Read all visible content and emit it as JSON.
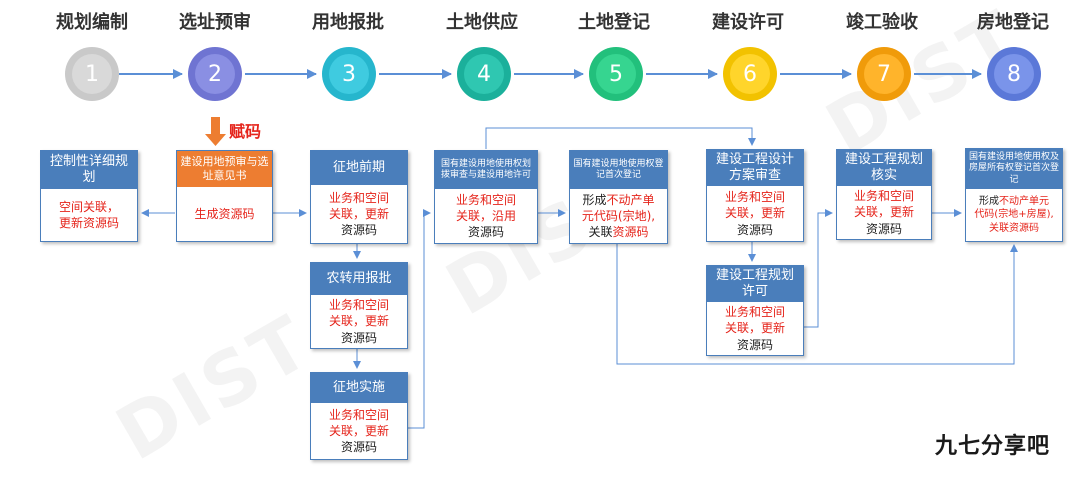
{
  "steps": [
    {
      "num": "1",
      "title": "规划编制",
      "color": "#c9c9c9",
      "core": "#d9d9d9"
    },
    {
      "num": "2",
      "title": "选址预审",
      "color": "#6f74d2",
      "core": "#8a8fe3"
    },
    {
      "num": "3",
      "title": "用地报批",
      "color": "#26b6cd",
      "core": "#3fcbe0"
    },
    {
      "num": "4",
      "title": "土地供应",
      "color": "#1bb09b",
      "core": "#2fc7b1"
    },
    {
      "num": "5",
      "title": "土地登记",
      "color": "#22c07c",
      "core": "#36d590"
    },
    {
      "num": "6",
      "title": "建设许可",
      "color": "#f2c200",
      "core": "#ffd52b"
    },
    {
      "num": "7",
      "title": "竣工验收",
      "color": "#f09b0a",
      "core": "#ffb42b"
    },
    {
      "num": "8",
      "title": "房地登记",
      "color": "#5b78d8",
      "core": "#7a94ea"
    }
  ],
  "assign_label": "赋码",
  "boxes": {
    "b1": {
      "title": "控制性详细规划",
      "l1": "空间关联，",
      "l2": "更新资源码"
    },
    "b2": {
      "title": "建设用地预审与选址意见书",
      "l1": "生成资源码"
    },
    "b3": {
      "title": "征地前期",
      "l1": "业务和空间",
      "l2": "关联，更新",
      "l3": "资源码"
    },
    "b4": {
      "title": "农转用报批",
      "l1": "业务和空间",
      "l2": "关联，更新",
      "l3": "资源码"
    },
    "b5": {
      "title": "征地实施",
      "l1": "业务和空间",
      "l2": "关联，更新",
      "l3": "资源码"
    },
    "b6": {
      "title": "国有建设用地使用权划拨审查与建设用地许可",
      "l1": "业务和空间",
      "l2": "关联，沿用",
      "l3": "资源码"
    },
    "b7": {
      "title": "国有建设用地使用权登记首次登记",
      "l1a": "形成",
      "l1b": "不动产单",
      "l2": "元代码(宗地),",
      "l3a": "关联",
      "l3b": "资源码"
    },
    "b8": {
      "title": "建设工程设计方案审查",
      "l1": "业务和空间",
      "l2": "关联，更新",
      "l3": "资源码"
    },
    "b9": {
      "title": "建设工程规划许可",
      "l1": "业务和空间",
      "l2": "关联，更新",
      "l3": "资源码"
    },
    "b10": {
      "title": "建设工程规划核实",
      "l1": "业务和空间",
      "l2": "关联，更新",
      "l3": "资源码"
    },
    "b11": {
      "title": "国有建设用地使用权及房屋所有权登记首次登记",
      "l1a": "形成",
      "l1b": "不动产单元",
      "l2": "代码(宗地+房屋),",
      "l3": "关联资源码"
    }
  },
  "watermark_text": "DIST",
  "logo": {
    "text": "九七分享吧"
  },
  "colors": {
    "box_blue": "#4a7ebb",
    "orange": "#ed7d31",
    "red": "#e5241b",
    "line": "#5b8fd6"
  }
}
